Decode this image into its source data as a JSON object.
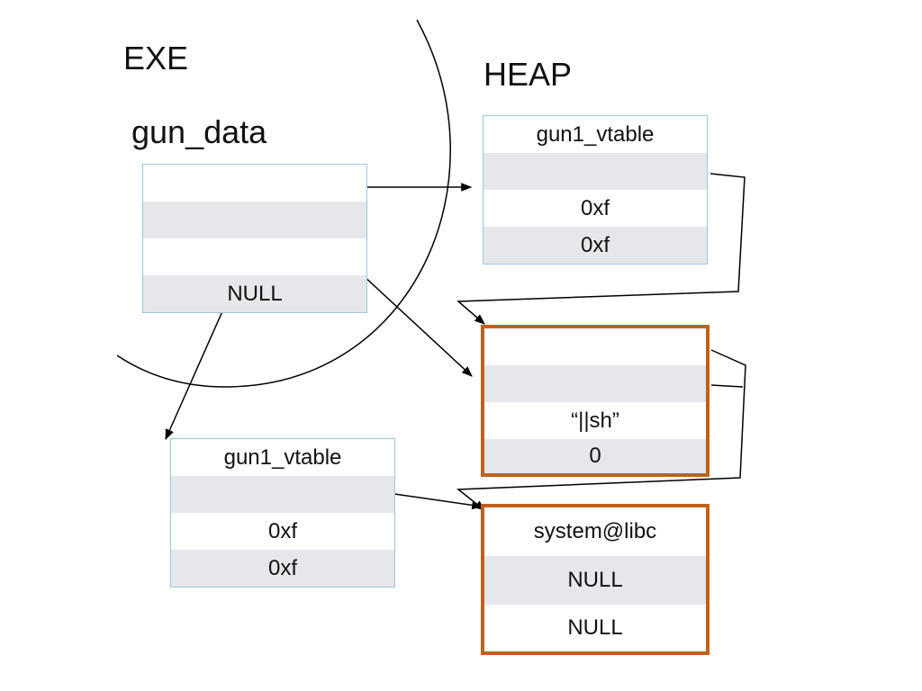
{
  "labels": {
    "exe": "EXE",
    "heap": "HEAP",
    "gun_data": "gun_data"
  },
  "gun_data_rows": [
    "",
    "",
    "",
    "NULL"
  ],
  "heap_vtable": {
    "title": "gun1_vtable",
    "rows": [
      "",
      "0xf",
      "0xf"
    ]
  },
  "fake_chunk": {
    "rows": [
      "",
      "",
      "“||sh”",
      "0"
    ]
  },
  "exe_vtable": {
    "title": "gun1_vtable",
    "rows": [
      "",
      "0xf",
      "0xf"
    ]
  },
  "system_chunk": {
    "rows": [
      "system@libc",
      "NULL",
      "NULL"
    ]
  },
  "colors": {
    "box_border": "#9cc6dc",
    "gray_row": "#e6e7ea",
    "highlight_border": "#c0611a"
  }
}
